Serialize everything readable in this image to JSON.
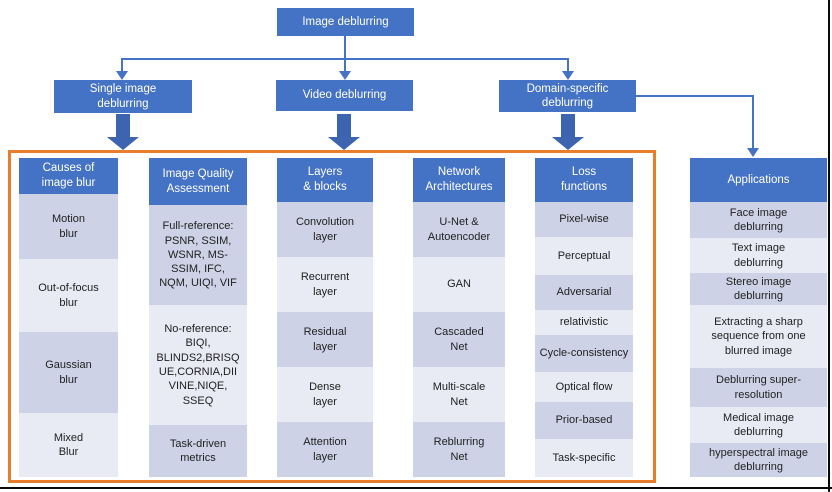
{
  "tree": {
    "root": "Image deblurring",
    "branches": [
      "Single image\ndeblurring",
      "Video deblurring",
      "Domain-specific\ndeblurring"
    ]
  },
  "columns": [
    {
      "header": "Causes of\nimage blur",
      "items": [
        "Motion\nblur",
        "Out-of-focus\nblur",
        "Gaussian\nblur",
        "Mixed\nBlur"
      ]
    },
    {
      "header": "Image Quality\nAssessment",
      "items": [
        "Full-reference:\nPSNR, SSIM,\nWSNR, MS-\nSSIM, IFC,\nNQM, UIQI, VIF",
        "No-reference:\nBIQI,\nBLINDS2,BRISQ\nUE,CORNIA,DII\nVINE,NIQE,\nSSEQ",
        "Task-driven\nmetrics"
      ]
    },
    {
      "header": "Layers\n& blocks",
      "items": [
        "Convolution\nlayer",
        "Recurrent\nlayer",
        "Residual\nlayer",
        "Dense\nlayer",
        "Attention\nlayer"
      ]
    },
    {
      "header": "Network\nArchitectures",
      "items": [
        "U-Net &\nAutoencoder",
        "GAN",
        "Cascaded\nNet",
        "Multi-scale\nNet",
        "Reblurring\nNet"
      ]
    },
    {
      "header": "Loss\nfunctions",
      "items": [
        "Pixel-wise",
        "Perceptual",
        "Adversarial",
        "relativistic",
        "Cycle-consistency",
        "Optical flow",
        "Prior-based",
        "Task-specific"
      ]
    },
    {
      "header": "Applications",
      "items": [
        "Face image\ndeblurring",
        "Text image\ndeblurring",
        "Stereo image\ndeblurring",
        "Extracting a sharp\nsequence from one\nblurred image",
        "Deblurring super-\nresolution",
        "Medical image\ndeblurring",
        "hyperspectral image\ndeblurring"
      ]
    }
  ],
  "colors": {
    "node_blue": "#4472C4",
    "item_dark": "#CDD2E6",
    "item_light": "#E8EAF4",
    "frame_orange": "#E87E2B",
    "connector_blue": "#4472C4",
    "block_arrow_blue": "#3D64AE"
  }
}
